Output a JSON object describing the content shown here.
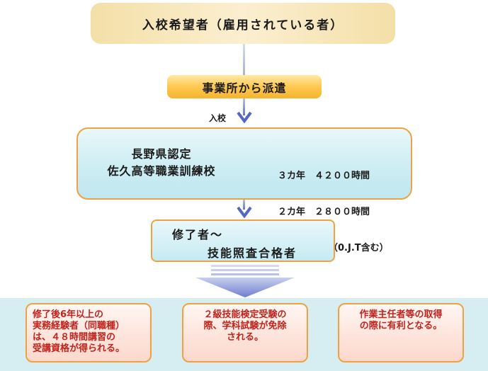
{
  "flow": {
    "applicant": "入校希望者（雇用されている者）",
    "dispatch": "事業所から派遣",
    "entry_label": "入校",
    "school": {
      "name_lines": [
        "長野県認定",
        "佐久高等職業訓練校"
      ],
      "hours_lines": [
        "３カ年　４２００時間",
        "２カ年　２８００時間",
        "（0.J.T含む）"
      ]
    },
    "completion": {
      "line1": "修了者～",
      "line2": "技能照査合格者"
    }
  },
  "benefits": [
    {
      "lines": [
        "修了後6年以上の",
        "実務経験者（同職種）",
        "は、４８時間講習の",
        "受講資格が得られる。"
      ]
    },
    {
      "lines": [
        "２級技能検定受験の",
        "際、学科試験が免除",
        "される。"
      ]
    },
    {
      "lines": [
        "作業主任者等の取得",
        "の際に有利となる。"
      ]
    }
  ],
  "colors": {
    "box_border": "#f0a242",
    "arrow": "#5566c2",
    "benefit_text": "#c0241c",
    "band": "#d6eef2"
  }
}
